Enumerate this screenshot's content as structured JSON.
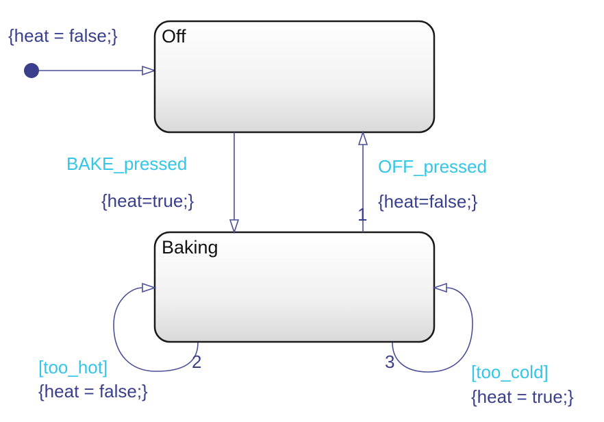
{
  "states": {
    "off": {
      "name": "Off"
    },
    "baking": {
      "name": "Baking"
    }
  },
  "default_transition": {
    "action": "{heat = false;}"
  },
  "transitions": {
    "off_to_baking": {
      "event": "BAKE_pressed",
      "action": "{heat=true;}"
    },
    "baking_to_off": {
      "order": "1",
      "event": "OFF_pressed",
      "action": "{heat=false;}"
    },
    "too_hot_loop": {
      "order": "2",
      "guard": "[too_hot]",
      "action": "{heat = false;}"
    },
    "too_cold_loop": {
      "order": "3",
      "guard": "[too_cold]",
      "action": "{heat = true;}"
    }
  },
  "colors": {
    "edge": "#4a4f96",
    "action_label": "#3a3f8c",
    "event_label": "#33c6e8",
    "state_border": "#1a1a1a",
    "default_dot": "#3a3f8c"
  }
}
